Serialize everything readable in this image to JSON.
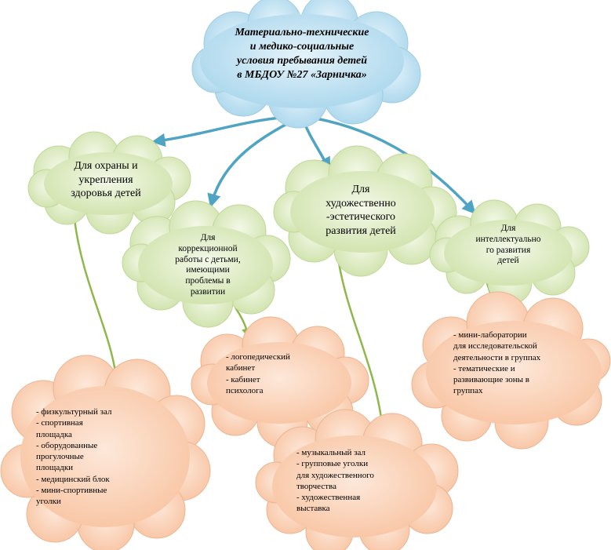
{
  "colors": {
    "title_cloud": "#b7def0",
    "category_cloud": "#dceabf",
    "item_cloud": "#fbd3b8",
    "blue_arrow": "#4fa3c3",
    "green_arrow": "#8fb84a"
  },
  "title": "Материально-технические\nи медико-социальные\nусловия пребывания детей\nв МБДОУ №27 «Зарничка»",
  "categories": [
    {
      "label": "Для охраны и\nукрепления\nздоровья детей"
    },
    {
      "label": "Для\nкоррекционной\nработы с детьми,\nимеющими\nпроблемы в\nразвитии"
    },
    {
      "label": "Для\nхудожественно\n-эстетического\nразвития детей"
    },
    {
      "label": "Для\nинтеллектуально\nго развития\nдетей"
    }
  ],
  "item_groups": [
    {
      "text": "- физкультурный зал\n- спортивная\nплощадка\n- оборудованные\nпрогулочные\nплощадки\n- медицинский блок\n- мини-спортивные\nуголки"
    },
    {
      "text": "- логопедический\nкабинет\n- кабинет\nпсихолога"
    },
    {
      "text": "- музыкальный зал\n- групповые уголки\nдля художественного\nтворчества\n- художественная\nвыставка"
    },
    {
      "text": "- мини-лаборатории\nдля исследовательской\nдеятельности в группах\n- тематические и\nразвивающие зоны в\nгруппах"
    }
  ]
}
